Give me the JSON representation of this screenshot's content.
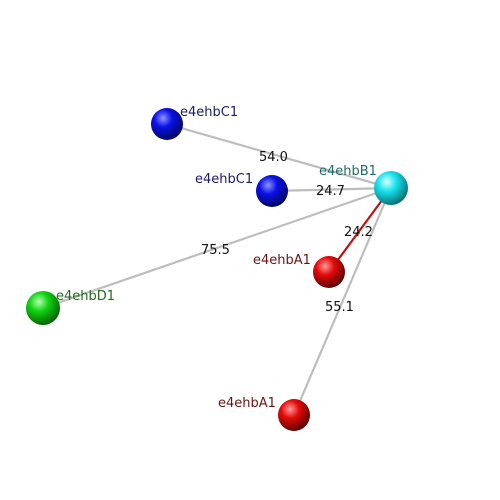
{
  "colors": {
    "blue": "#0a10e6",
    "cyan": "#17e3ee",
    "red": "#e40a0a",
    "green": "#12d412",
    "bond_gray": "#b7b7b7",
    "bond_red": "#c01010",
    "label_blue": "#1a1a6e",
    "label_teal": "#226a6a",
    "label_red": "#6a1414",
    "label_green": "#1f6b1f"
  },
  "atoms": [
    {
      "name": "atom-e4ehbC1-top",
      "label": "e4ehbC1",
      "color": "blue"
    },
    {
      "name": "atom-e4ehbC1-mid",
      "label": "e4ehbC1",
      "color": "blue"
    },
    {
      "name": "atom-e4ehbB1",
      "label": "e4ehbB1",
      "color": "cyan"
    },
    {
      "name": "atom-e4ehbA1-upper",
      "label": "e4ehbA1",
      "color": "red"
    },
    {
      "name": "atom-e4ehbD1",
      "label": "e4ehbD1",
      "color": "green"
    },
    {
      "name": "atom-e4ehbA1-lower",
      "label": "e4ehbA1",
      "color": "red"
    }
  ],
  "distances": [
    {
      "name": "distance-c1top-b1",
      "value": "54.0"
    },
    {
      "name": "distance-c1mid-b1",
      "value": "24.7"
    },
    {
      "name": "distance-d1-b1",
      "value": "75.5"
    },
    {
      "name": "distance-a1upper-b1",
      "value": "24.2"
    },
    {
      "name": "distance-a1lower-b1",
      "value": "55.1"
    }
  ]
}
